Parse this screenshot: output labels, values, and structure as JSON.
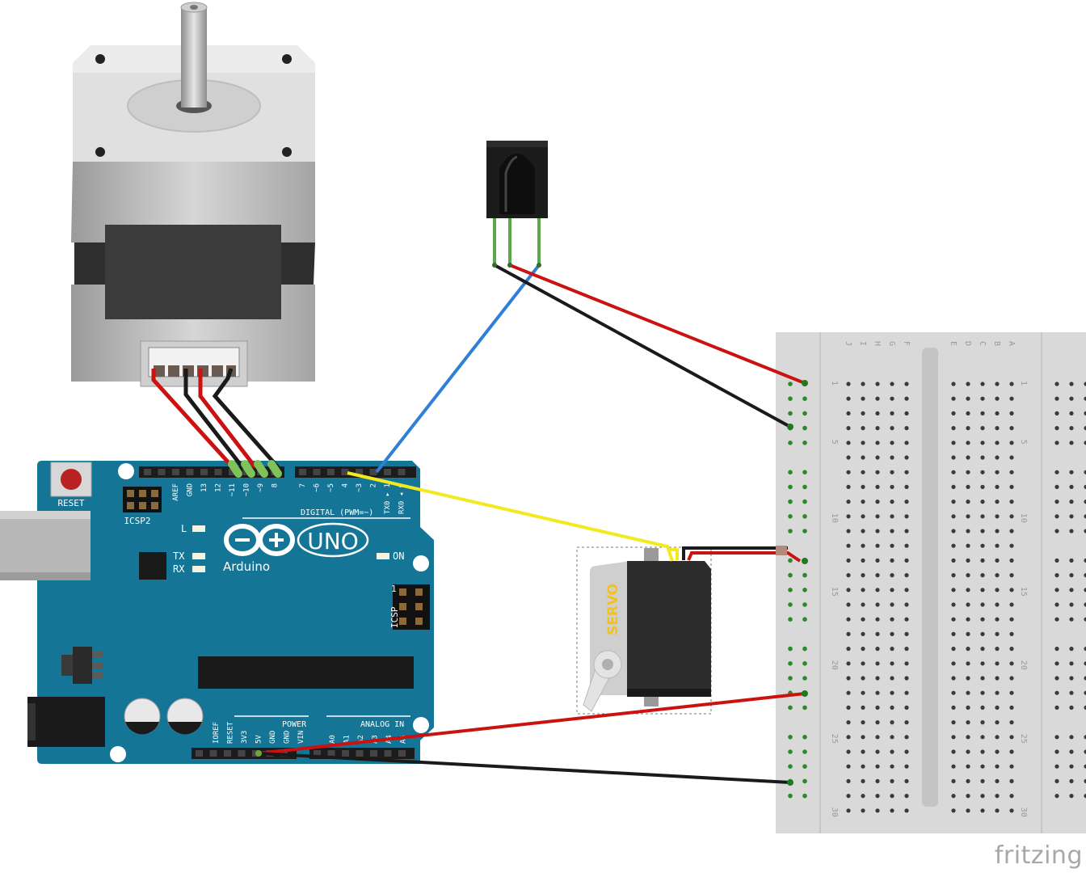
{
  "arduino": {
    "reset_label": "RESET",
    "icsp2_label": "ICSP2",
    "icsp_label": "ICSP",
    "icsp_pin1_label": "1",
    "digital_label": "DIGITAL (PWM=~)",
    "brand_name": "Arduino",
    "model_label": "UNO",
    "led_l_label": "L",
    "led_tx_label": "TX",
    "led_rx_label": "RX",
    "led_on_label": "ON",
    "power_label": "POWER",
    "analog_label": "ANALOG IN",
    "digital_pins": [
      "AREF",
      "GND",
      "13",
      "12",
      "~11",
      "~10",
      "~9",
      "8",
      "7",
      "~6",
      "~5",
      "4",
      "~3",
      "2",
      "TX0 ▸ 1",
      "RX0 ◂ 0"
    ],
    "power_pins": [
      "IOREF",
      "RESET",
      "3V3",
      "5V",
      "GND",
      "GND",
      "VIN"
    ],
    "analog_pins": [
      "A0",
      "A1",
      "A2",
      "A3",
      "A4",
      "A5"
    ]
  },
  "servo": {
    "label": "SERVO"
  },
  "breadboard": {
    "left_row_letters": [
      "J",
      "I",
      "H",
      "G",
      "F"
    ],
    "right_row_letters": [
      "E",
      "D",
      "C",
      "B",
      "A"
    ],
    "column_numbers": [
      "1",
      "5",
      "10",
      "15",
      "20",
      "25",
      "30"
    ]
  },
  "wire_colors": {
    "power": "#cc1111",
    "ground": "#1a1a1a",
    "signal_ir": "#2f7fd6",
    "signal_servo": "#f2ea1e",
    "sensor_leg": "#5aa84a"
  },
  "watermark": "fritzing"
}
